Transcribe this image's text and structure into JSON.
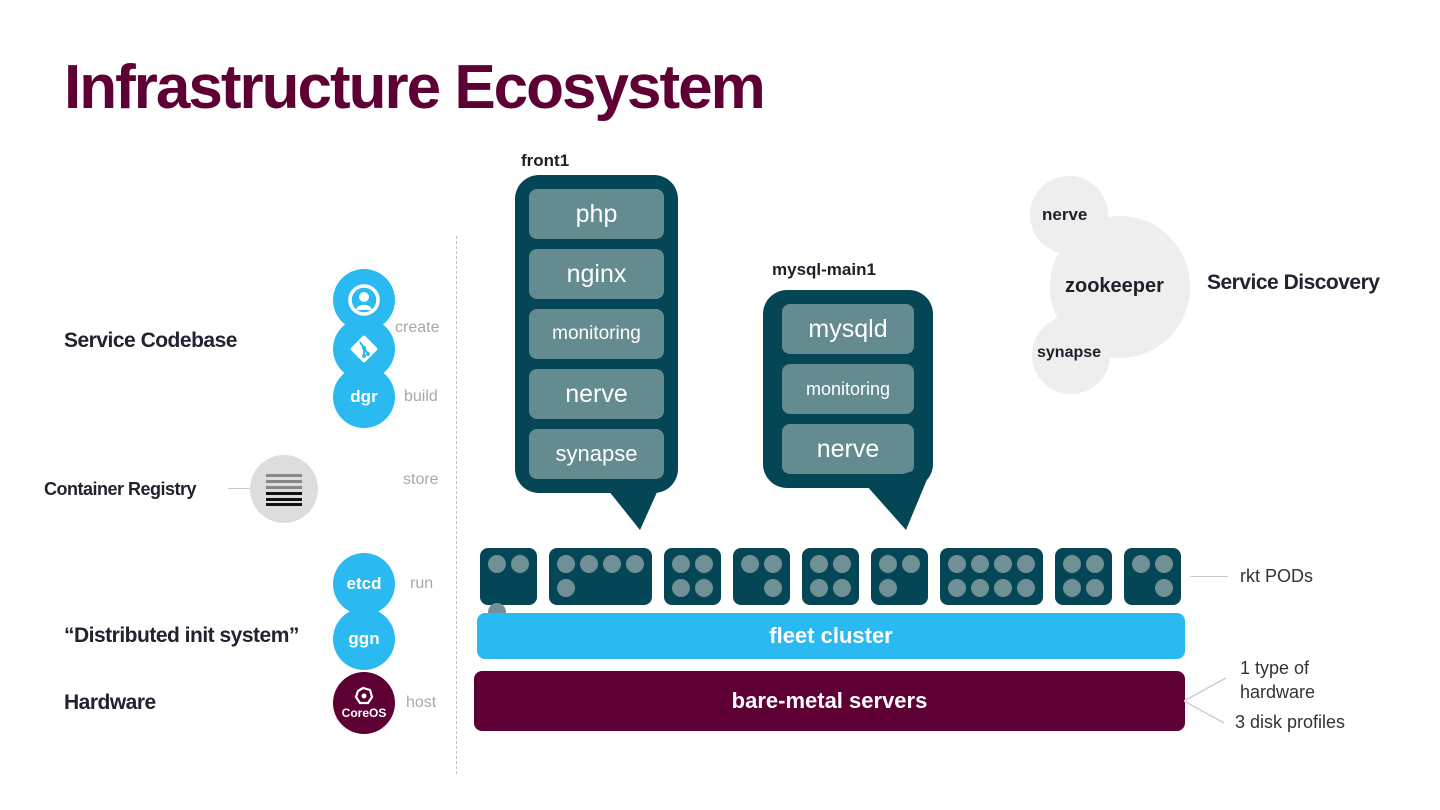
{
  "title": "Infrastructure Ecosystem",
  "colors": {
    "title": "#5e0034",
    "accent_blue": "#2bb9f1",
    "maroon": "#5e0034",
    "pod_teal": "#044556",
    "service_box": "#638b90",
    "gray_circle": "#eeeeee"
  },
  "layers": [
    {
      "label": "Service Codebase"
    },
    {
      "label": "Container Registry"
    },
    {
      "label": "“Distributed init system”"
    },
    {
      "label": "Hardware"
    }
  ],
  "tools": {
    "user_icon": "user-icon",
    "git_icon": "git-icon",
    "dgr": "dgr",
    "registry_icon": "registry-stack-icon",
    "etcd": "etcd",
    "ggn": "ggn",
    "coreos": "CoreOS",
    "coreos_icon": "coreos-logo-icon"
  },
  "verbs": {
    "create": "create",
    "build": "build",
    "store": "store",
    "run": "run",
    "host": "host"
  },
  "nodes": [
    {
      "name": "front1",
      "services": [
        "php",
        "nginx",
        "monitoring",
        "nerve",
        "synapse"
      ]
    },
    {
      "name": "mysql-main1",
      "services": [
        "mysqld",
        "monitoring",
        "nerve"
      ]
    }
  ],
  "service_discovery": {
    "label": "Service Discovery",
    "center": "zookeeper",
    "top": "nerve",
    "bottom": "synapse"
  },
  "pods": [
    {
      "containers": 3,
      "layout": [
        1,
        1,
        0,
        0,
        1,
        0,
        0,
        0
      ],
      "cols": 2
    },
    {
      "containers": 5,
      "layout": [
        1,
        1,
        1,
        1,
        1,
        0,
        0,
        0
      ],
      "cols": 4
    },
    {
      "containers": 4,
      "layout": [
        1,
        1,
        1,
        1
      ],
      "cols": 2
    },
    {
      "containers": 3,
      "layout": [
        1,
        1,
        0,
        1
      ],
      "cols": 2
    },
    {
      "containers": 4,
      "layout": [
        1,
        1,
        1,
        1
      ],
      "cols": 2
    },
    {
      "containers": 3,
      "layout": [
        1,
        1,
        1,
        0
      ],
      "cols": 2
    },
    {
      "containers": 8,
      "layout": [
        1,
        1,
        1,
        1,
        1,
        1,
        1,
        1
      ],
      "cols": 4
    },
    {
      "containers": 4,
      "layout": [
        1,
        1,
        1,
        1
      ],
      "cols": 2
    },
    {
      "containers": 3,
      "layout": [
        1,
        1,
        0,
        1
      ],
      "cols": 2
    }
  ],
  "pods_label": "rkt PODs",
  "fleet_label": "fleet cluster",
  "baremetal_label": "bare-metal servers",
  "hardware_notes": [
    "1 type of\nhardware",
    "3 disk profiles"
  ]
}
